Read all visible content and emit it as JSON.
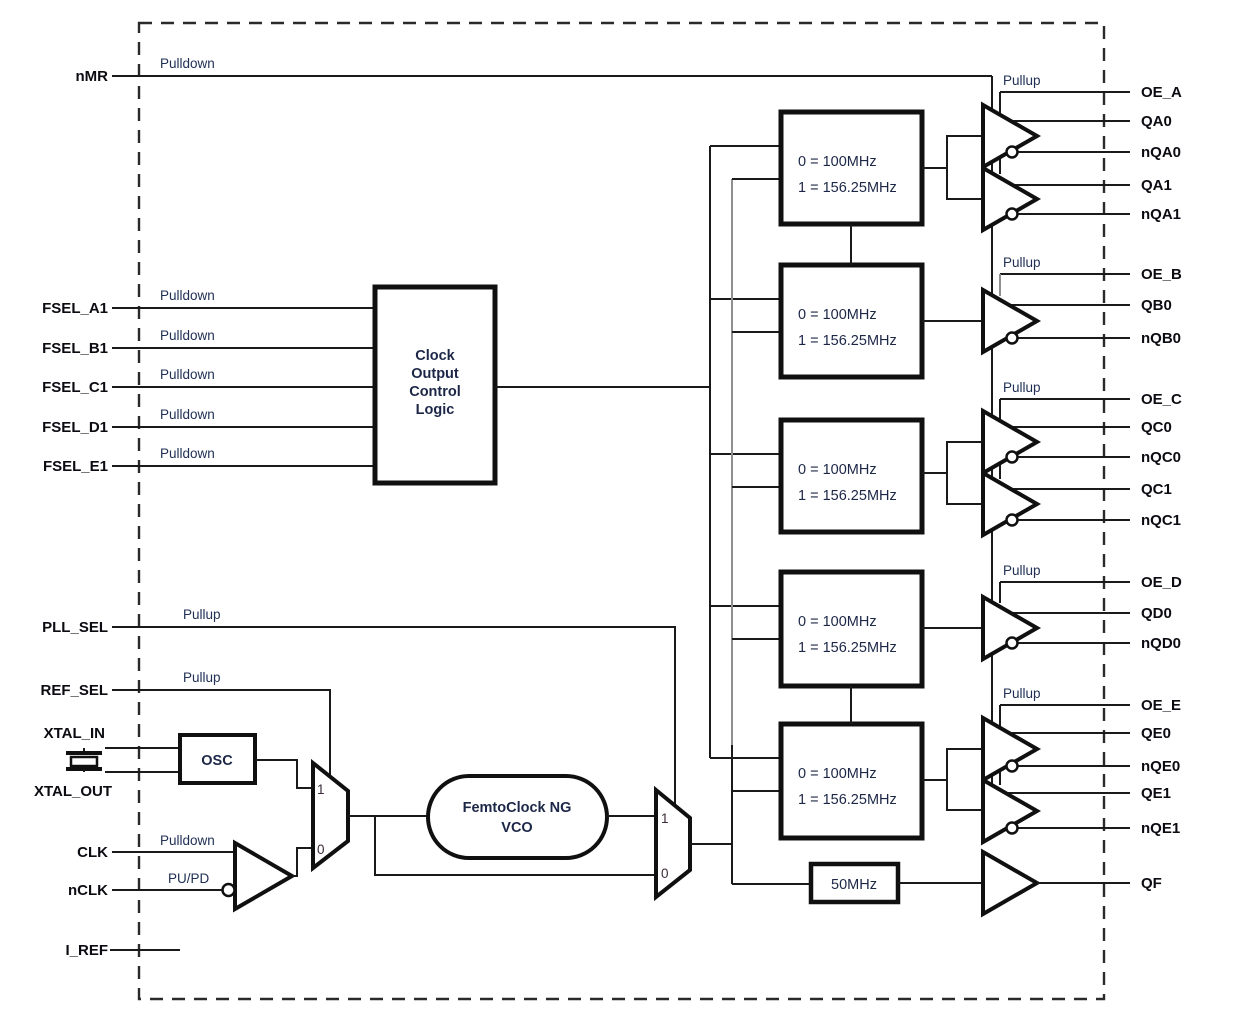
{
  "pins_left": {
    "nmr": {
      "label": "nMR",
      "ann": "Pulldown"
    },
    "fsel_a1": {
      "label": "FSEL_A1",
      "ann": "Pulldown"
    },
    "fsel_b1": {
      "label": "FSEL_B1",
      "ann": "Pulldown"
    },
    "fsel_c1": {
      "label": "FSEL_C1",
      "ann": "Pulldown"
    },
    "fsel_d1": {
      "label": "FSEL_D1",
      "ann": "Pulldown"
    },
    "fsel_e1": {
      "label": "FSEL_E1",
      "ann": "Pulldown"
    },
    "pll_sel": {
      "label": "PLL_SEL",
      "ann": "Pullup"
    },
    "ref_sel": {
      "label": "REF_SEL",
      "ann": "Pullup"
    },
    "xtal_in": {
      "label": "XTAL_IN"
    },
    "xtal_out": {
      "label": "XTAL_OUT"
    },
    "clk": {
      "label": "CLK",
      "ann": "Pulldown"
    },
    "nclk": {
      "label": "nCLK",
      "ann": "PU/PD"
    },
    "i_ref": {
      "label": "I_REF"
    }
  },
  "blocks": {
    "control_logic": {
      "line1": "Clock",
      "line2": "Output",
      "line3": "Control",
      "line4": "Logic"
    },
    "osc": "OSC",
    "vco": {
      "line1": "FemtoClock NG",
      "line2": "VCO"
    },
    "fixed_divider": "50MHz"
  },
  "dividers": {
    "a": {
      "line1": "0 = 100MHz",
      "line2": "1 = 156.25MHz"
    },
    "b": {
      "line1": "0 = 100MHz",
      "line2": "1 = 156.25MHz"
    },
    "c": {
      "line1": "0 = 100MHz",
      "line2": "1 = 156.25MHz"
    },
    "d": {
      "line1": "0 = 100MHz",
      "line2": "1 = 156.25MHz"
    },
    "e": {
      "line1": "0 = 100MHz",
      "line2": "1 = 156.25MHz"
    }
  },
  "mux1": {
    "in1": "1",
    "in0": "0"
  },
  "mux2": {
    "in1": "1",
    "in0": "0"
  },
  "outputs": {
    "a": {
      "pullup": "Pullup",
      "oe": "OE_A",
      "q0": "QA0",
      "nq0": "nQA0",
      "q1": "QA1",
      "nq1": "nQA1"
    },
    "b": {
      "pullup": "Pullup",
      "oe": "OE_B",
      "q0": "QB0",
      "nq0": "nQB0"
    },
    "c": {
      "pullup": "Pullup",
      "oe": "OE_C",
      "q0": "QC0",
      "nq0": "nQC0",
      "q1": "QC1",
      "nq1": "nQC1"
    },
    "d": {
      "pullup": "Pullup",
      "oe": "OE_D",
      "q0": "QD0",
      "nq0": "nQD0"
    },
    "e": {
      "pullup": "Pullup",
      "oe": "OE_E",
      "q0": "QE0",
      "nq0": "nQE0",
      "q1": "QE1",
      "nq1": "nQE1"
    },
    "f": {
      "label": "QF"
    }
  },
  "colors": {
    "wire": "#1a1a1a",
    "gray_wire": "#8f8f8f",
    "annotation_text": "#203055",
    "pin_text": "#0b0b12"
  }
}
